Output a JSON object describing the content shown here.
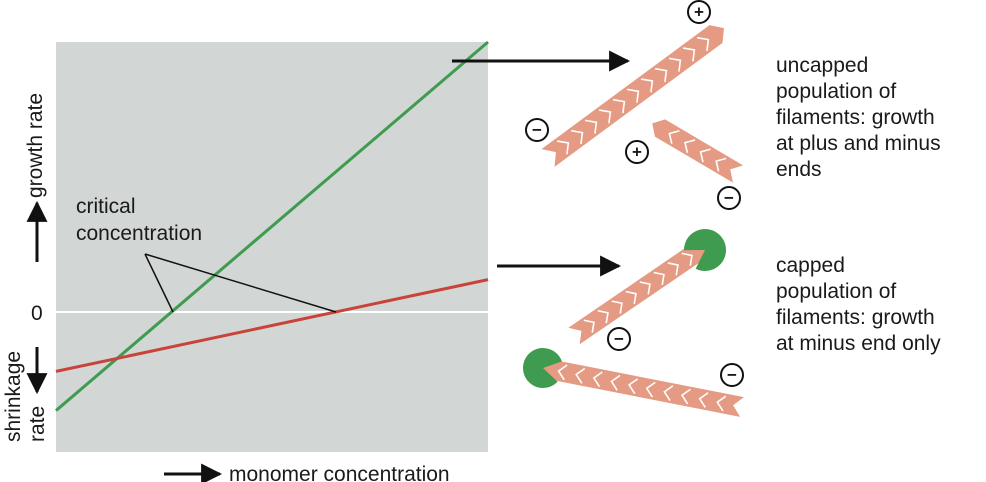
{
  "chart_data": {
    "type": "line",
    "xlabel": "monomer concentration",
    "ylabel_positive": "growth rate",
    "ylabel_negative_top": "shrinkage",
    "ylabel_negative_bottom": "rate",
    "zero_tick": "0",
    "grid": false,
    "series": [
      {
        "color": "#3e9b4f",
        "x": [
          0,
          1
        ],
        "y": [
          -3.65,
          10
        ]
      },
      {
        "color": "#c8443b",
        "x": [
          0,
          1
        ],
        "y": [
          -2.2,
          1.2
        ]
      }
    ],
    "annotation": [
      "critical",
      "concentration"
    ]
  },
  "labels": {
    "uncapped": [
      "uncapped",
      "population of",
      "filaments: growth",
      "at plus and minus",
      "ends"
    ],
    "capped": [
      "capped",
      "population of",
      "filaments: growth",
      "at minus end only"
    ],
    "plus": "+",
    "minus": "−"
  },
  "colors": {
    "panel": "#d2d6d4",
    "filament": "#e59a83",
    "chevron": "#ffffff",
    "cap": "#3e9b4f",
    "arrow": "#111111"
  }
}
